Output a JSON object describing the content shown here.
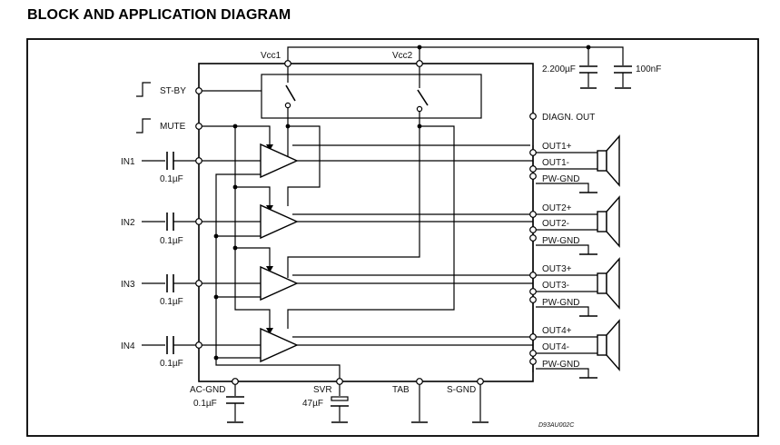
{
  "title": "BLOCK AND APPLICATION DIAGRAM",
  "labels": {
    "vcc1": "Vcc1",
    "vcc2": "Vcc2",
    "stby": "ST-BY",
    "mute": "MUTE",
    "diagn": "DIAGN. OUT",
    "cap_2200": "2.200µF",
    "cap_100n": "100nF",
    "acgnd": "AC-GND",
    "acgnd_cap": "0.1µF",
    "svr": "SVR",
    "svr_cap": "47µF",
    "tab": "TAB",
    "sgnd": "S-GND",
    "ref": "D93AU002C"
  },
  "channels": [
    {
      "input": "IN1",
      "cap": "0.1µF",
      "out_pos": "OUT1+",
      "out_neg": "OUT1-",
      "gnd": "PW-GND"
    },
    {
      "input": "IN2",
      "cap": "0.1µF",
      "out_pos": "OUT2+",
      "out_neg": "OUT2-",
      "gnd": "PW-GND"
    },
    {
      "input": "IN3",
      "cap": "0.1µF",
      "out_pos": "OUT3+",
      "out_neg": "OUT3-",
      "gnd": "PW-GND"
    },
    {
      "input": "IN4",
      "cap": "0.1µF",
      "out_pos": "OUT4+",
      "out_neg": "OUT4-",
      "gnd": "PW-GND"
    }
  ]
}
